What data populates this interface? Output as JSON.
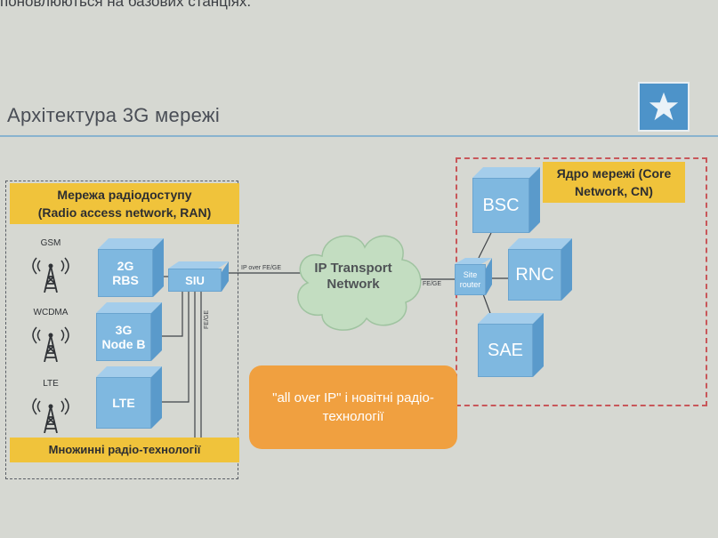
{
  "header": {
    "top_text": "поновлюються на базових станціях.",
    "title": "Архітектура 3G мережі"
  },
  "ran": {
    "label_line1": "Мережа радіодоступу",
    "label_line2": "(Radio access network, RAN)",
    "multi_label": "Множинні радіо-технології",
    "antennas": [
      {
        "name": "GSM"
      },
      {
        "name": "WCDMA"
      },
      {
        "name": "LTE"
      }
    ],
    "nodes": [
      {
        "top": "2G",
        "bottom": "RBS"
      },
      {
        "top": "3G",
        "bottom": "Node B"
      },
      {
        "top": "",
        "bottom": "LTE"
      }
    ],
    "siu": "SIU",
    "fe_ge_vertical": "FE/GE"
  },
  "transport": {
    "cloud_line1": "IP Transport",
    "cloud_line2": "Network",
    "link_left": "IP over FE/GE",
    "link_right": "FE/GE"
  },
  "core": {
    "label_line1": "Ядро мережі (Core",
    "label_line2": "Network, CN)",
    "router_line1": "Site",
    "router_line2": "router",
    "bsc": "BSC",
    "rnc": "RNC",
    "sae": "SAE"
  },
  "callout": {
    "text": "\"all over IP\" і новітні радіо-технології"
  },
  "colors": {
    "yellow_label": "#f0c33b",
    "node_blue": "#7fb8e0",
    "orange_callout": "#f0a040",
    "core_border": "#c8575a",
    "star_box": "#4d93c9"
  },
  "icons": [
    "star-icon",
    "antenna-icon",
    "cloud-icon"
  ]
}
